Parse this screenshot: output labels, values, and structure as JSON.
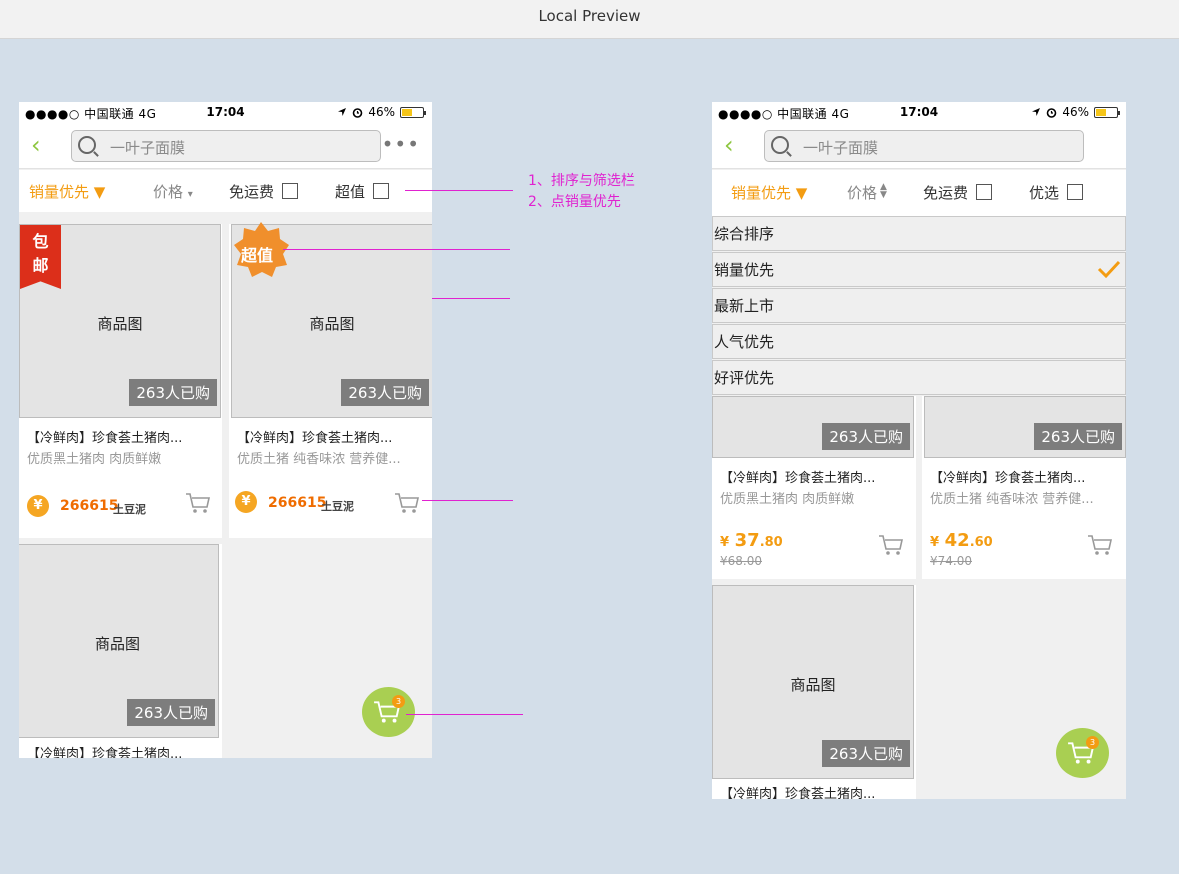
{
  "window": {
    "title": "Local Preview"
  },
  "status_bar": {
    "carrier": "●●●●○ 中国联通   4G",
    "time": "17:04",
    "battery_percent": "46%"
  },
  "nav": {
    "search_placeholder": "一叶子面膜",
    "more": "•••"
  },
  "left_filter": {
    "sales": "销量优先 ▼",
    "price": "价格",
    "price_arrow": "▾",
    "free_shipping": "免运费",
    "value": "超值"
  },
  "right_filter": {
    "sales": "销量优先 ▼",
    "price": "价格",
    "price_arrow": "▲▼",
    "free_shipping": "免运费",
    "preferred": "优选"
  },
  "annotation": {
    "line1": "1、排序与筛选栏",
    "line2": "2、点销量优先"
  },
  "badges": {
    "free_shipping_ribbon": "包\n邮",
    "value_badge": "超值"
  },
  "product": {
    "image_label": "商品图",
    "sold": "263人已购",
    "title": "【冷鲜肉】珍食荟土猪肉...",
    "sub1": "优质黑土猪肉 肉质鲜嫩",
    "sub2": "优质土猪 纯香味浓 营养健...",
    "points_value": "266615",
    "points_unit": "土豆泥",
    "coin": "¥"
  },
  "right_products": [
    {
      "currency": "¥",
      "price_int": "37",
      "price_dec": ".80",
      "old_price": "¥68.00"
    },
    {
      "currency": "¥",
      "price_int": "42",
      "price_dec": ".60",
      "old_price": "¥74.00"
    }
  ],
  "sort_menu": {
    "items": [
      "综合排序",
      "销量优先",
      "最新上市",
      "人气优先",
      "好评优先"
    ],
    "selected": "销量优先"
  },
  "floating_cart": {
    "count": "3"
  },
  "colors": {
    "accent_orange": "#f39c12",
    "accent_green": "#8dc63f",
    "annotation": "#e022d0",
    "ribbon_red": "#dc2f1a"
  }
}
